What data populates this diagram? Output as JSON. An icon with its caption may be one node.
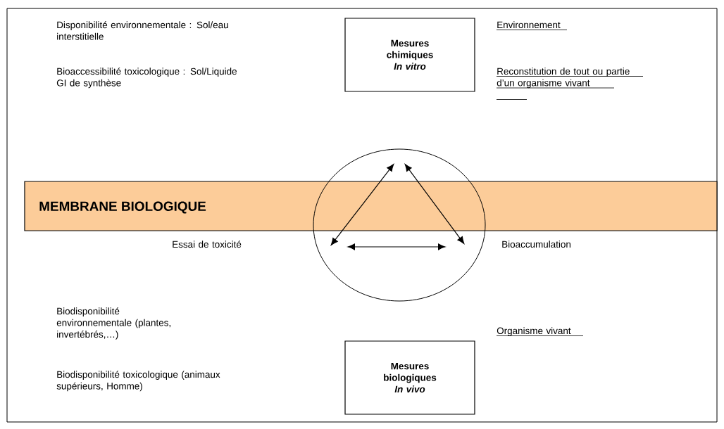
{
  "diagram": {
    "nodes": [
      {
        "text": [
          "Mesures chimiques",
          "In vitro"
        ]
      },
      {
        "text": [
          "MEMBRANE BIOLOGIQUE"
        ]
      },
      {
        "text": [],
        "shape": "circle"
      },
      {
        "text": [
          "Mesures biologiques",
          "In vivo"
        ]
      }
    ],
    "labels": [
      "Disponibilité environnementale : Sol/eau interstitielle",
      "Environnement",
      "Bioaccessibilité toxicologique : Sol/Liquide GI de synthèse",
      "Reconstitution de tout ou partie d’un organisme vivant",
      "Essai de toxicité",
      "Bioaccumulation",
      "Biodisponibilité environnementale (plantes, invertébrés,…)",
      "Organisme vivant",
      "Biodisponibilité toxicologique (animaux supérieurs, Homme)"
    ]
  }
}
